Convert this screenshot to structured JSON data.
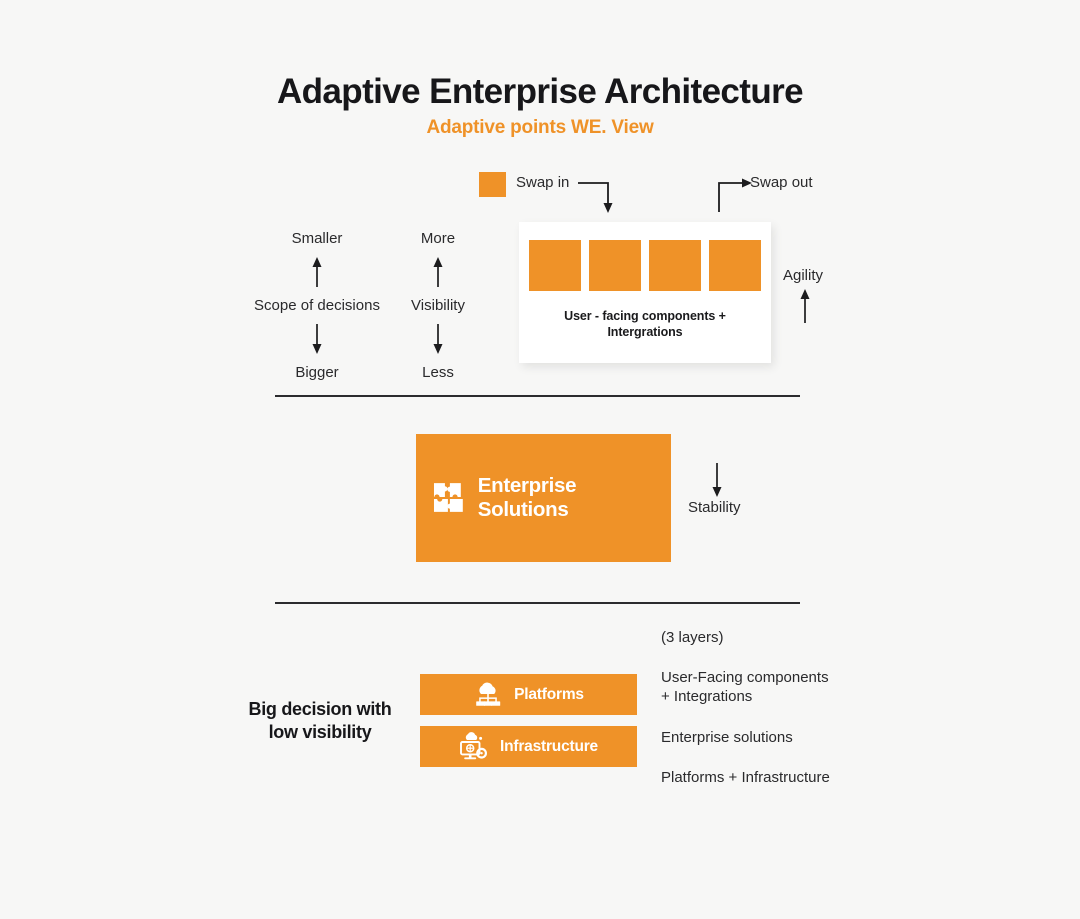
{
  "header": {
    "title": "Adaptive Enterprise Architecture",
    "subtitle": "Adaptive points WE. View"
  },
  "colors": {
    "accent_orange": "#ef9228",
    "background": "#f7f7f6",
    "ink": "#1c1c1e",
    "card_white": "#ffffff"
  },
  "swap": {
    "swatch_icon": "orange-square-swatch",
    "swap_in_label": "Swap in",
    "swap_out_label": "Swap out"
  },
  "top_card": {
    "blocks": [
      "block-1",
      "block-2",
      "block-3",
      "block-4"
    ],
    "caption": "User - facing components + Intergrations"
  },
  "measures": [
    {
      "name": "scope-of-decisions",
      "top_label": "Smaller",
      "mid_label": "Scope of decisions",
      "bottom_label": "Bigger"
    },
    {
      "name": "visibility",
      "top_label": "More",
      "mid_label": "Visibility",
      "bottom_label": "Less"
    }
  ],
  "agility": {
    "label": "Agility",
    "arrow_direction": "up"
  },
  "enterprise": {
    "icon": "puzzle-pieces-icon",
    "label": "Enterprise Solutions"
  },
  "stability": {
    "label": "Stability",
    "arrow_direction": "down"
  },
  "bottom": {
    "big_decision": "Big decision with low visibility",
    "stack": [
      {
        "icon": "cloud-network-icon",
        "label": "Platforms"
      },
      {
        "icon": "server-monitor-gear-icon",
        "label": "Infrastructure"
      }
    ],
    "layers_count": "(3 layers)",
    "layers": [
      "User-Facing components + Integrations",
      "Enterprise solutions",
      "Platforms + Infrastructure"
    ]
  }
}
